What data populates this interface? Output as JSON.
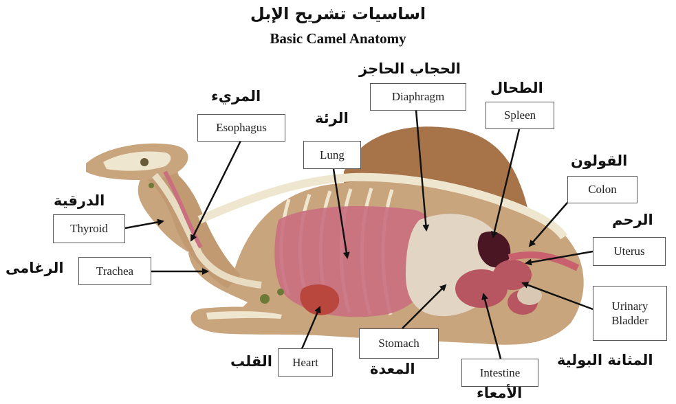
{
  "title": {
    "arabic": "اساسيات تشريح الإبل",
    "english": "Basic Camel Anatomy"
  },
  "labels": {
    "esophagus": {
      "en": "Esophagus",
      "ar": "المريء"
    },
    "diaphragm": {
      "en": "Diaphragm",
      "ar": "الحجاب الحاجز"
    },
    "lung": {
      "en": "Lung",
      "ar": "الرئة"
    },
    "spleen": {
      "en": "Spleen",
      "ar": "الطحال"
    },
    "colon": {
      "en": "Colon",
      "ar": "القولون"
    },
    "thyroid": {
      "en": "Thyroid",
      "ar": "الدرقية"
    },
    "uterus": {
      "en": "Uterus",
      "ar": "الرحم"
    },
    "trachea": {
      "en": "Trachea",
      "ar": "الرغامى"
    },
    "bladder": {
      "en": "Urinary\nBladder",
      "ar": "المثانة البولية"
    },
    "heart": {
      "en": "Heart",
      "ar": "القلب"
    },
    "stomach": {
      "en": "Stomach",
      "ar": "المعدة"
    },
    "intestine": {
      "en": "Intestine",
      "ar": "الأمعاء"
    }
  },
  "colors": {
    "body": "#c9a57e",
    "hump": "#a7744a",
    "bone": "#efe6cf",
    "lung": "#c96f7f",
    "stomach": "#e2d5c4",
    "spleen": "#4b1624",
    "intestine": "#b75560",
    "arrow": "#111111"
  }
}
